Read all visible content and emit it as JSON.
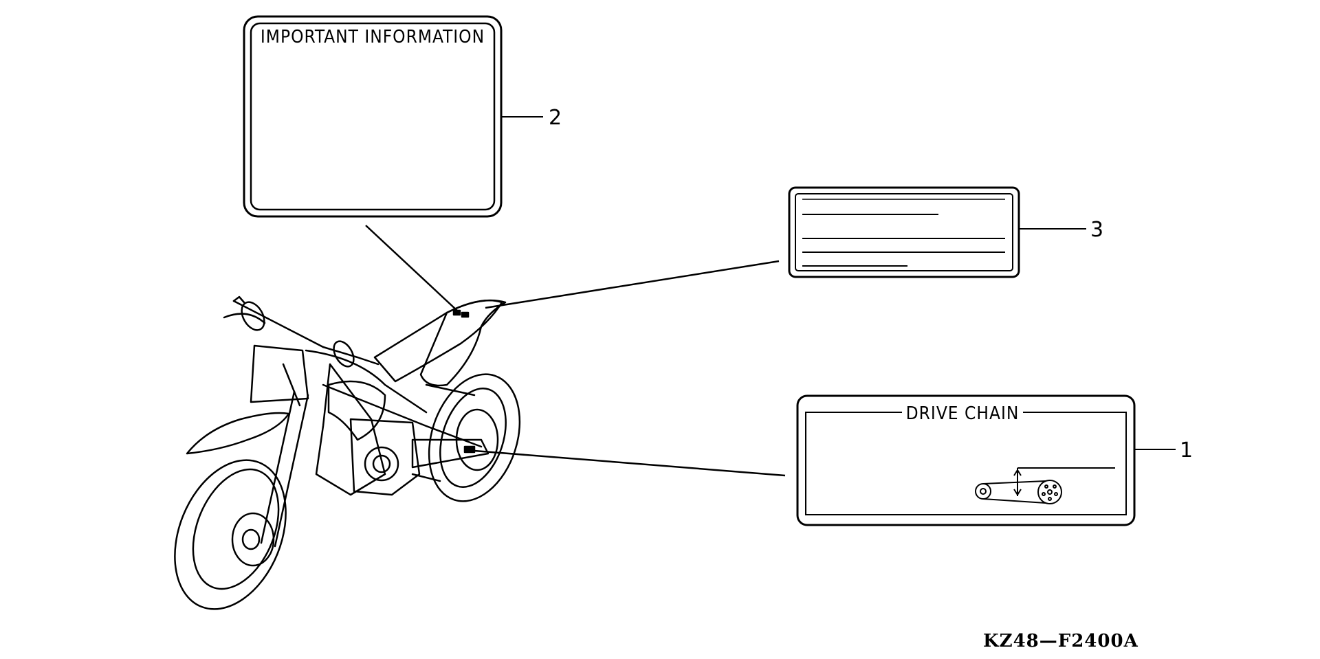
{
  "labels": {
    "important_information": {
      "title": "IMPORTANT INFORMATION",
      "callout": "2"
    },
    "warning_text": {
      "callout": "3"
    },
    "drive_chain": {
      "title": "DRIVE CHAIN",
      "callout": "1"
    }
  },
  "diagram_code": "KZ48—F2400A"
}
